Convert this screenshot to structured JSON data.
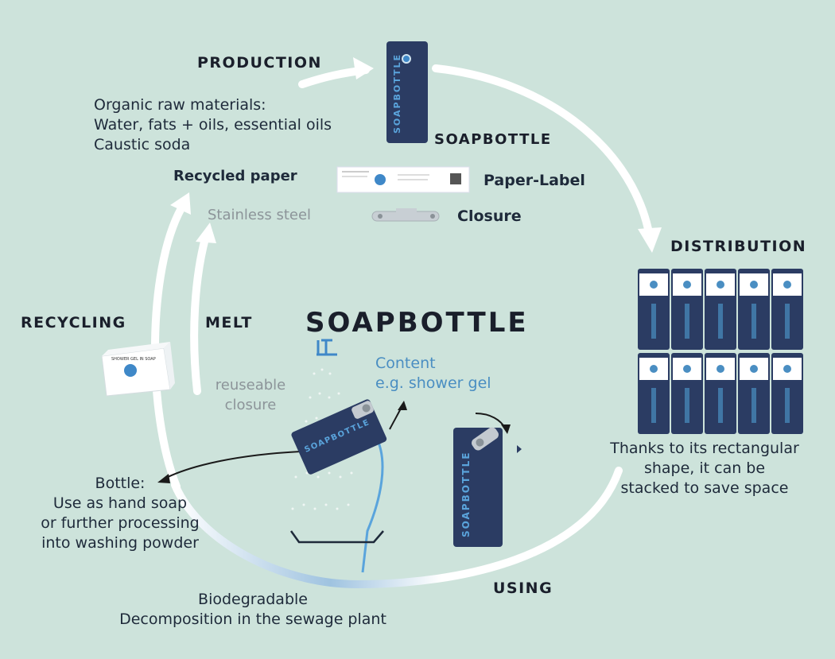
{
  "stages": {
    "production": "PRODUCTION",
    "distribution": "DISTRIBUTION",
    "using": "USING",
    "recycling": "RECYCLING",
    "melt": "MELT"
  },
  "production": {
    "raw_materials": [
      "Organic raw materials:",
      "Water, fats + oils, essential oils",
      "Caustic soda"
    ],
    "recycled_paper": "Recycled paper",
    "stainless_steel": "Stainless steel"
  },
  "components": {
    "soapbottle": "SOAPBOTTLE",
    "paper_label": "Paper-Label",
    "closure": "Closure"
  },
  "distribution": {
    "description": [
      "Thanks to its rectangular",
      "shape, it can be",
      "stacked to save space"
    ]
  },
  "center": {
    "title": "SOAPBOTTLE",
    "content": [
      "Content",
      "e.g. shower gel"
    ],
    "reuseable": [
      "reuseable",
      "closure"
    ]
  },
  "bottle_use": [
    "Bottle:",
    "Use as hand soap",
    "or further processing",
    "into washing powder"
  ],
  "biodegradable": [
    "Biodegradable",
    "Decomposition in the sewage plant"
  ],
  "product": {
    "bottle_brand": "SOAPBOTTLE",
    "box_title": "SHOWER GEL IN SOAP"
  },
  "colors": {
    "background": "#cde3db",
    "bottle_navy": "#2b3c63",
    "accent_blue": "#4a8ec2",
    "arrow_white": "#ffffff"
  }
}
